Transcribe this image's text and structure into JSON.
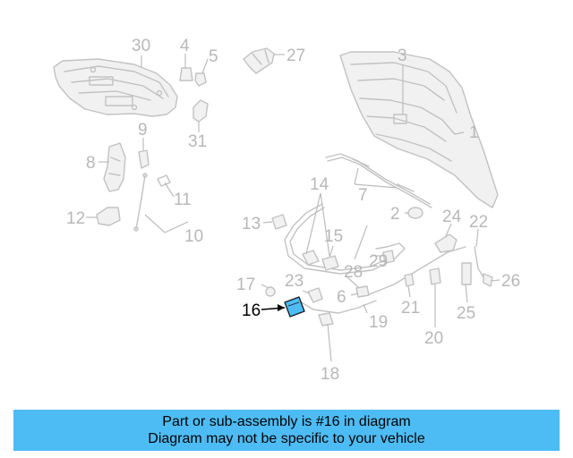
{
  "diagram": {
    "callouts": [
      {
        "id": "c30",
        "label": "30"
      },
      {
        "id": "c4",
        "label": "4"
      },
      {
        "id": "c5",
        "label": "5"
      },
      {
        "id": "c27",
        "label": "27"
      },
      {
        "id": "c3",
        "label": "3"
      },
      {
        "id": "c1",
        "label": "1"
      },
      {
        "id": "c9",
        "label": "9"
      },
      {
        "id": "c31",
        "label": "31"
      },
      {
        "id": "c8",
        "label": "8"
      },
      {
        "id": "c11",
        "label": "11"
      },
      {
        "id": "c12",
        "label": "12"
      },
      {
        "id": "c10",
        "label": "10"
      },
      {
        "id": "c14",
        "label": "14"
      },
      {
        "id": "c7",
        "label": "7"
      },
      {
        "id": "c2",
        "label": "2"
      },
      {
        "id": "c24",
        "label": "24"
      },
      {
        "id": "c22",
        "label": "22"
      },
      {
        "id": "c13",
        "label": "13"
      },
      {
        "id": "c15",
        "label": "15"
      },
      {
        "id": "c29",
        "label": "29"
      },
      {
        "id": "c28",
        "label": "28"
      },
      {
        "id": "c17",
        "label": "17"
      },
      {
        "id": "c23",
        "label": "23"
      },
      {
        "id": "c6",
        "label": "6"
      },
      {
        "id": "c26",
        "label": "26"
      },
      {
        "id": "c16",
        "label": "16"
      },
      {
        "id": "c21",
        "label": "21"
      },
      {
        "id": "c19",
        "label": "19"
      },
      {
        "id": "c25",
        "label": "25"
      },
      {
        "id": "c20",
        "label": "20"
      },
      {
        "id": "c18",
        "label": "18"
      }
    ],
    "highlighted_part": "16",
    "highlight_color": "#4dbcf4"
  },
  "banner": {
    "line1": "Part or sub-assembly is #16 in diagram",
    "line2": "Diagram may not be specific to your vehicle",
    "background": "#4dbcf4"
  }
}
